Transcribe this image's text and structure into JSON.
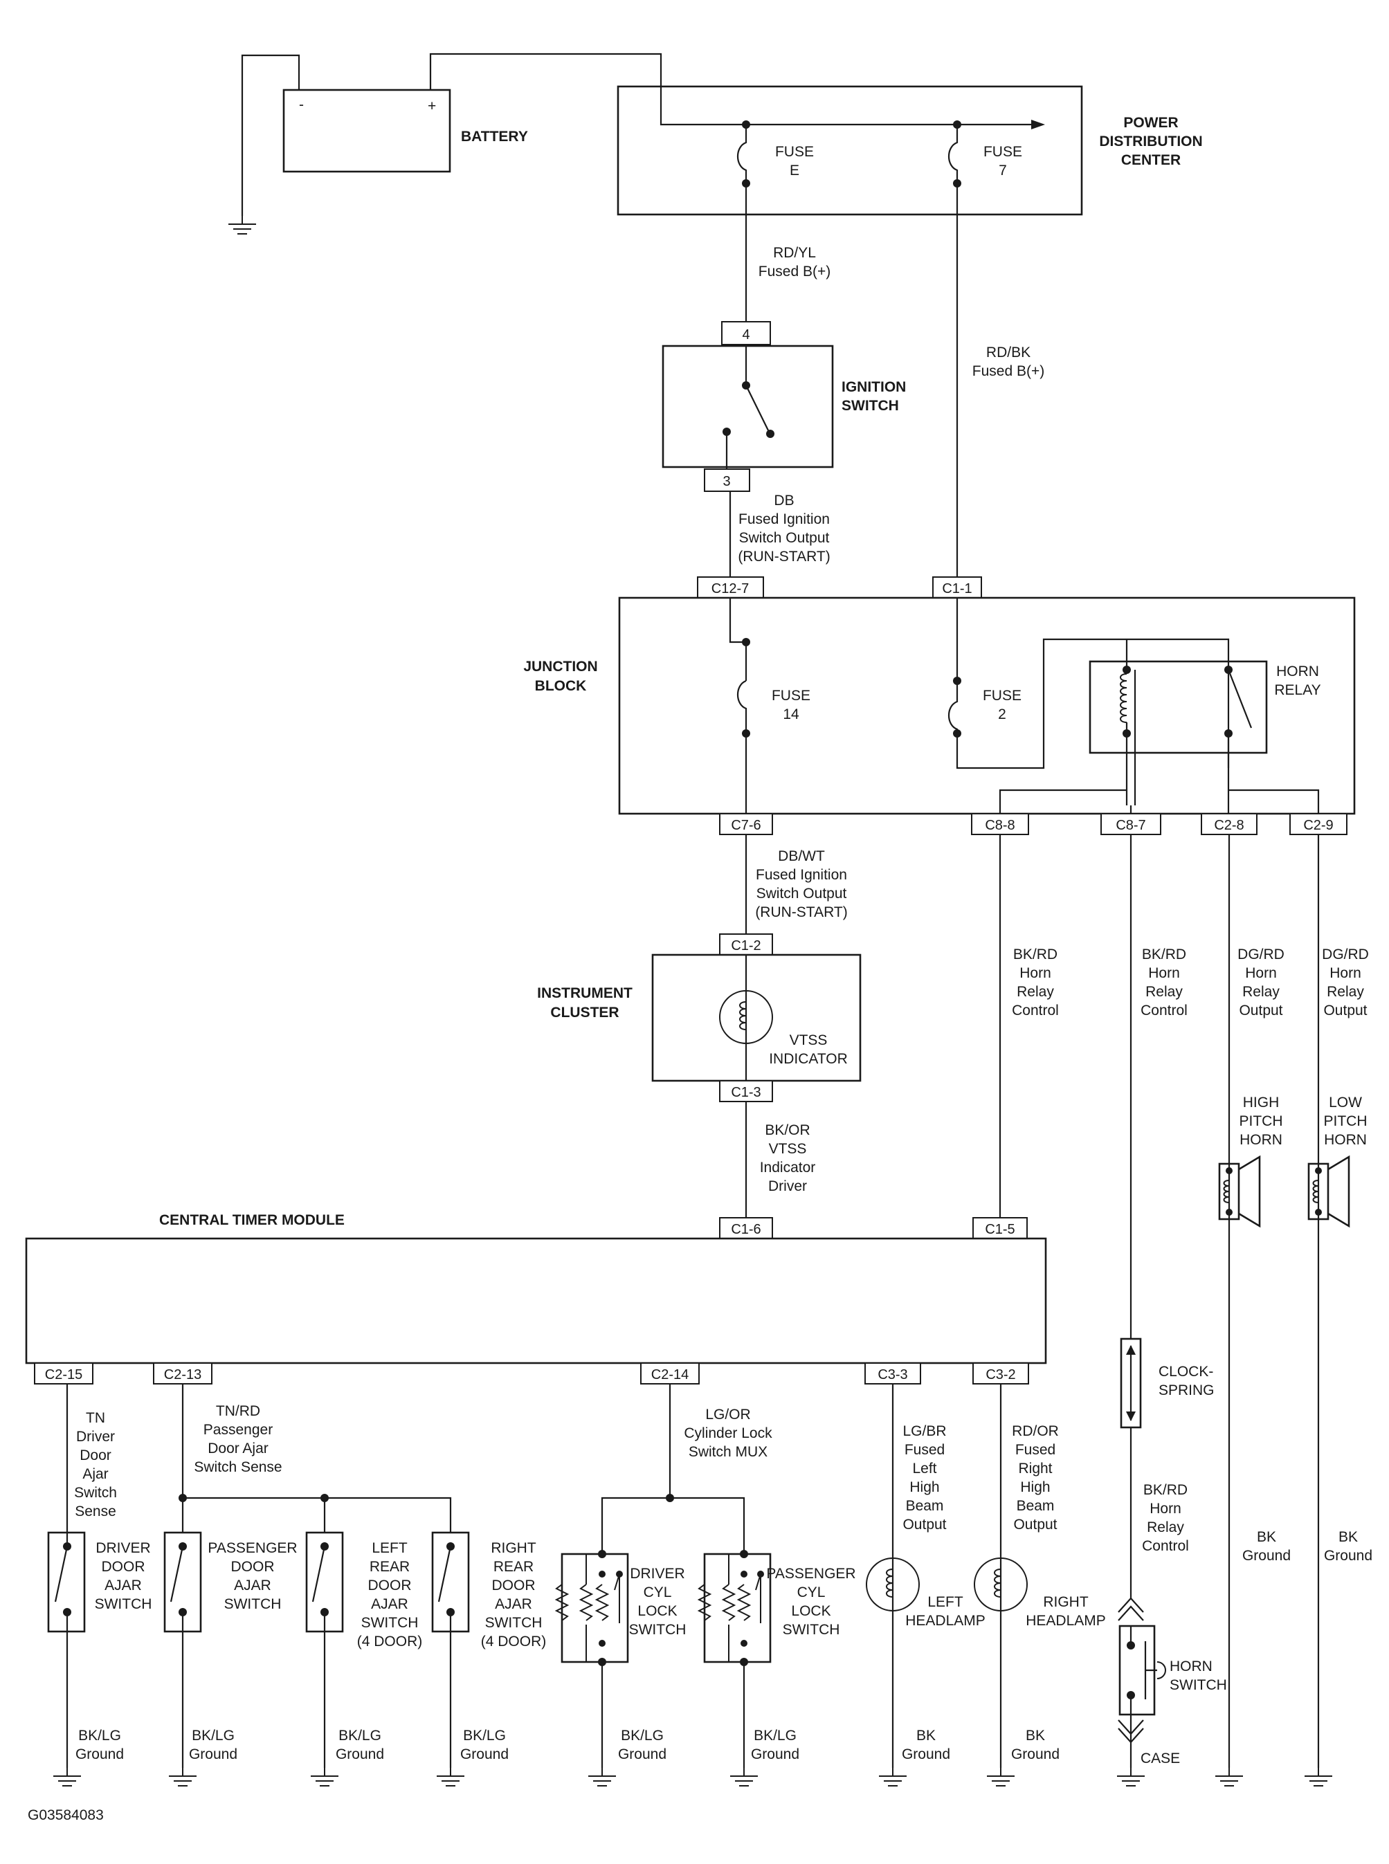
{
  "components": {
    "battery": {
      "name": "BATTERY",
      "neg": "-",
      "pos": "+"
    },
    "pdc": {
      "name": [
        "POWER",
        "DISTRIBUTION",
        "CENTER"
      ],
      "fuse_e": [
        "FUSE",
        "E"
      ],
      "fuse_7": [
        "FUSE",
        "7"
      ]
    },
    "ignition": {
      "name": [
        "IGNITION",
        "SWITCH"
      ],
      "pin_top": "4",
      "pin_bottom": "3"
    },
    "junction": {
      "name": [
        "JUNCTION",
        "BLOCK"
      ],
      "fuse_14": [
        "FUSE",
        "14"
      ],
      "fuse_2": [
        "FUSE",
        "2"
      ],
      "relay": [
        "HORN",
        "RELAY"
      ]
    },
    "cluster": {
      "name": [
        "INSTRUMENT",
        "CLUSTER"
      ],
      "indicator": [
        "VTSS",
        "INDICATOR"
      ]
    },
    "ctm": {
      "name": "CENTRAL TIMER MODULE"
    },
    "high_horn": [
      "HIGH",
      "PITCH",
      "HORN"
    ],
    "low_horn": [
      "LOW",
      "PITCH",
      "HORN"
    ],
    "clockspring": [
      "CLOCK-",
      "SPRING"
    ],
    "horn_switch": [
      "HORN",
      "SWITCH"
    ],
    "case": "CASE",
    "switches": {
      "driver_ajar": [
        "DRIVER",
        "DOOR",
        "AJAR",
        "SWITCH"
      ],
      "pass_ajar": [
        "PASSENGER",
        "DOOR",
        "AJAR",
        "SWITCH"
      ],
      "lr_ajar": [
        "LEFT",
        "REAR",
        "DOOR",
        "AJAR",
        "SWITCH",
        "(4 DOOR)"
      ],
      "rr_ajar": [
        "RIGHT",
        "REAR",
        "DOOR",
        "AJAR",
        "SWITCH",
        "(4 DOOR)"
      ],
      "driver_lock": [
        "DRIVER",
        "CYL",
        "LOCK",
        "SWITCH"
      ],
      "pass_lock": [
        "PASSENGER",
        "CYL",
        "LOCK",
        "SWITCH"
      ]
    },
    "left_headlamp": [
      "LEFT",
      "HEADLAMP"
    ],
    "right_headlamp": [
      "RIGHT",
      "HEADLAMP"
    ]
  },
  "connectors": {
    "c12_7": "C12-7",
    "c1_1": "C1-1",
    "c7_6": "C7-6",
    "c8_8": "C8-8",
    "c8_7": "C8-7",
    "c2_8": "C2-8",
    "c2_9": "C2-9",
    "ic_c1_2": "C1-2",
    "ic_c1_3": "C1-3",
    "ctm_c1_6": "C1-6",
    "ctm_c1_5": "C1-5",
    "c2_15": "C2-15",
    "c2_13": "C2-13",
    "c2_14": "C2-14",
    "c3_3": "C3-3",
    "c3_2": "C3-2"
  },
  "wires": {
    "rd_yl": [
      "RD/YL",
      "Fused B(+)"
    ],
    "rd_bk": [
      "RD/BK",
      "Fused B(+)"
    ],
    "db": [
      "DB",
      "Fused Ignition",
      "Switch Output",
      "(RUN-START)"
    ],
    "db_wt": [
      "DB/WT",
      "Fused Ignition",
      "Switch Output",
      "(RUN-START)"
    ],
    "bk_or": [
      "BK/OR",
      "VTSS",
      "Indicator",
      "Driver"
    ],
    "bk_rd_c88": [
      "BK/RD",
      "Horn",
      "Relay",
      "Control"
    ],
    "bk_rd_c87": [
      "BK/RD",
      "Horn",
      "Relay",
      "Control"
    ],
    "dg_rd_c28": [
      "DG/RD",
      "Horn",
      "Relay",
      "Output"
    ],
    "dg_rd_c29": [
      "DG/RD",
      "Horn",
      "Relay",
      "Output"
    ],
    "tn": [
      "TN",
      "Driver",
      "Door",
      "Ajar",
      "Switch",
      "Sense"
    ],
    "tn_rd": [
      "TN/RD",
      "Passenger",
      "Door Ajar",
      "Switch Sense"
    ],
    "lg_or": [
      "LG/OR",
      "Cylinder Lock",
      "Switch MUX"
    ],
    "lg_br": [
      "LG/BR",
      "Fused",
      "Left",
      "High",
      "Beam",
      "Output"
    ],
    "rd_or": [
      "RD/OR",
      "Fused",
      "Right",
      "High",
      "Beam",
      "Output"
    ],
    "bk_rd_horn": [
      "BK/RD",
      "Horn",
      "Relay",
      "Control"
    ],
    "bk_ground_high": [
      "BK",
      "Ground"
    ],
    "bk_ground_low": [
      "BK",
      "Ground"
    ]
  },
  "grounds": {
    "g_driver_ajar": [
      "BK/LG",
      "Ground"
    ],
    "g_pass_ajar": [
      "BK/LG",
      "Ground"
    ],
    "g_lr_ajar": [
      "BK/LG",
      "Ground"
    ],
    "g_rr_ajar": [
      "BK/LG",
      "Ground"
    ],
    "g_driver_lock": [
      "BK/LG",
      "Ground"
    ],
    "g_pass_lock": [
      "BK/LG",
      "Ground"
    ],
    "g_left_lamp": [
      "BK",
      "Ground"
    ],
    "g_right_lamp": [
      "BK",
      "Ground"
    ]
  },
  "figure_id": "G03584083"
}
